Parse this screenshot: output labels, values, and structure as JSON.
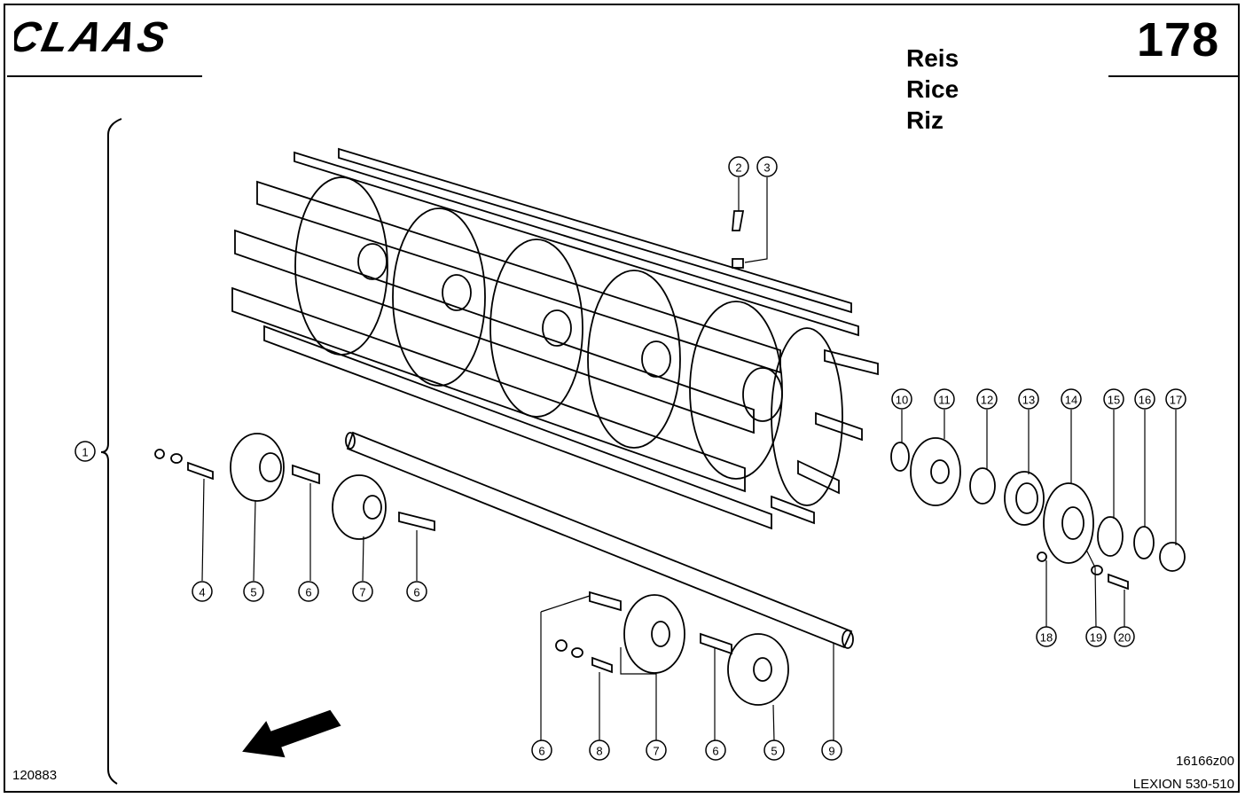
{
  "header": {
    "brand": "CLAAS",
    "page_number": "178"
  },
  "titles": {
    "de": "Reis",
    "en": "Rice",
    "fr": "Riz"
  },
  "footer": {
    "drawing_number": "120883",
    "figure_code": "16166z00",
    "model": "LEXION 530-510"
  },
  "callouts": [
    "1",
    "2",
    "3",
    "4",
    "5",
    "6",
    "7",
    "6",
    "8",
    "7",
    "6",
    "5",
    "9",
    "10",
    "11",
    "12",
    "13",
    "14",
    "15",
    "16",
    "17",
    "18",
    "19",
    "20"
  ]
}
